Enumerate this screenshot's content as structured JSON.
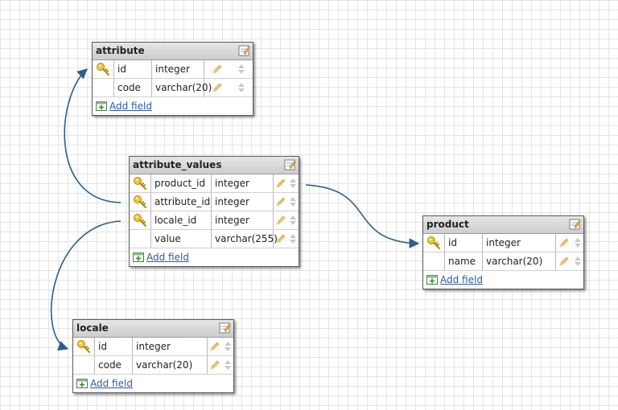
{
  "accent_color": "#2c5e8f",
  "add_field_label": "Add field",
  "tables": {
    "attribute": {
      "name": "attribute",
      "fields": [
        {
          "name": "id",
          "type": "integer",
          "pk": true
        },
        {
          "name": "code",
          "type": "varchar(20)",
          "pk": false
        }
      ]
    },
    "attribute_values": {
      "name": "attribute_values",
      "fields": [
        {
          "name": "product_id",
          "type": "integer",
          "pk": true
        },
        {
          "name": "attribute_id",
          "type": "integer",
          "pk": true
        },
        {
          "name": "locale_id",
          "type": "integer",
          "pk": true
        },
        {
          "name": "value",
          "type": "varchar(255)",
          "pk": false
        }
      ]
    },
    "product": {
      "name": "product",
      "fields": [
        {
          "name": "id",
          "type": "integer",
          "pk": true
        },
        {
          "name": "name",
          "type": "varchar(20)",
          "pk": false
        }
      ]
    },
    "locale": {
      "name": "locale",
      "fields": [
        {
          "name": "id",
          "type": "integer",
          "pk": true
        },
        {
          "name": "code",
          "type": "varchar(20)",
          "pk": false
        }
      ]
    }
  },
  "relations": [
    {
      "from": "attribute_values.attribute_id",
      "to": "attribute.id"
    },
    {
      "from": "attribute_values.product_id",
      "to": "product.id"
    },
    {
      "from": "attribute_values.locale_id",
      "to": "locale.id"
    }
  ]
}
